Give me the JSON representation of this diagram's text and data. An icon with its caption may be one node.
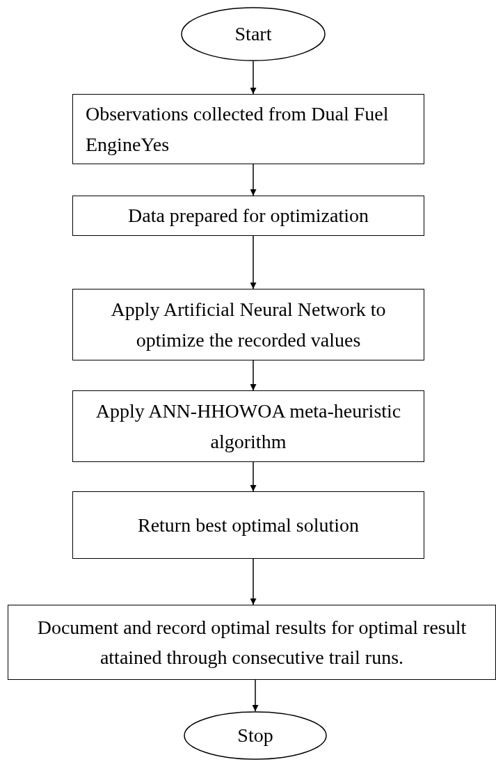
{
  "diagram": {
    "nodes": [
      {
        "text": [
          "Start"
        ]
      },
      {
        "text": [
          "Observations collected from Dual Fuel EngineYes"
        ]
      },
      {
        "text": [
          "Data prepared for optimization"
        ]
      },
      {
        "text": [
          "Apply Artificial Neural Network to optimize the recorded values"
        ]
      },
      {
        "text": [
          "Apply ANN-HHOWOA meta-heuristic algorithm"
        ]
      },
      {
        "text": [
          "Return best optimal solution"
        ]
      },
      {
        "text": [
          "Document and record optimal results for optimal result attained through consecutive trail runs."
        ]
      },
      {
        "text": [
          "Stop"
        ]
      }
    ],
    "edges": [
      {
        "from": 0,
        "to": 1,
        "arrow": "to"
      },
      {
        "from": 1,
        "to": 2,
        "arrow": "to"
      },
      {
        "from": 2,
        "to": 3,
        "arrow": "to"
      },
      {
        "from": 3,
        "to": 4,
        "arrow": "to"
      },
      {
        "from": 4,
        "to": 5,
        "arrow": "to"
      },
      {
        "from": 5,
        "to": 6,
        "arrow": "to"
      },
      {
        "from": 6,
        "to": 7,
        "arrow": "to"
      }
    ]
  }
}
